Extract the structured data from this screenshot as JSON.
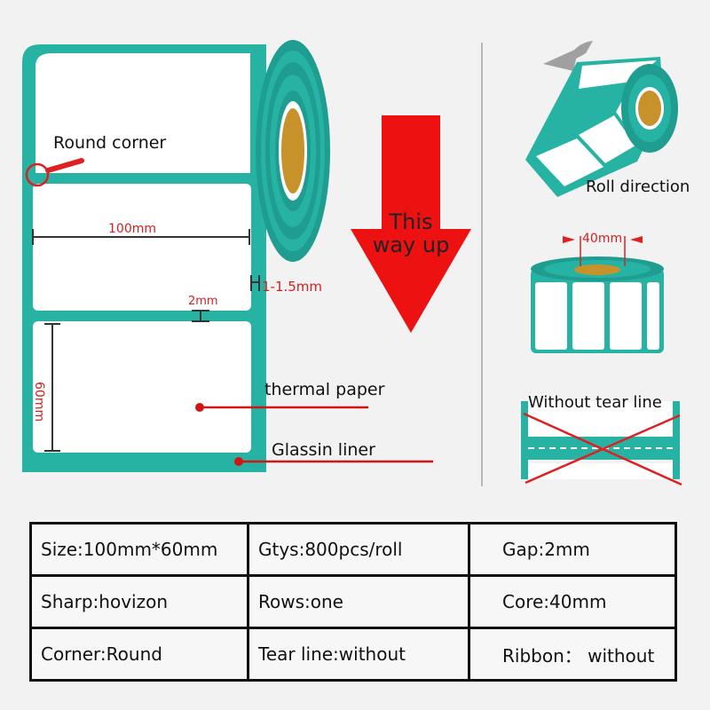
{
  "labels": {
    "round_corner": "Round corner",
    "width": "100mm",
    "height": "60mm",
    "gap": "2mm",
    "margin": "1-1.5mm",
    "thermal_paper": "thermal paper",
    "glassin_liner": "Glassin liner",
    "arrow_line1": "This",
    "arrow_line2": "way up",
    "roll_direction": "Roll direction",
    "core": "40mm",
    "tear_line": "Without tear line"
  },
  "specs": [
    [
      "Size:100mm*60mm",
      "Gtys:800pcs/roll",
      "Gap:2mm"
    ],
    [
      "Sharp:hovizon",
      "Rows:one",
      "Core:40mm"
    ],
    [
      "Corner:Round",
      "Tear line:without",
      "Ribbon： without"
    ]
  ],
  "colors": {
    "teal": "#27b3a4",
    "red": "#ee1111",
    "core": "#c8922a"
  }
}
